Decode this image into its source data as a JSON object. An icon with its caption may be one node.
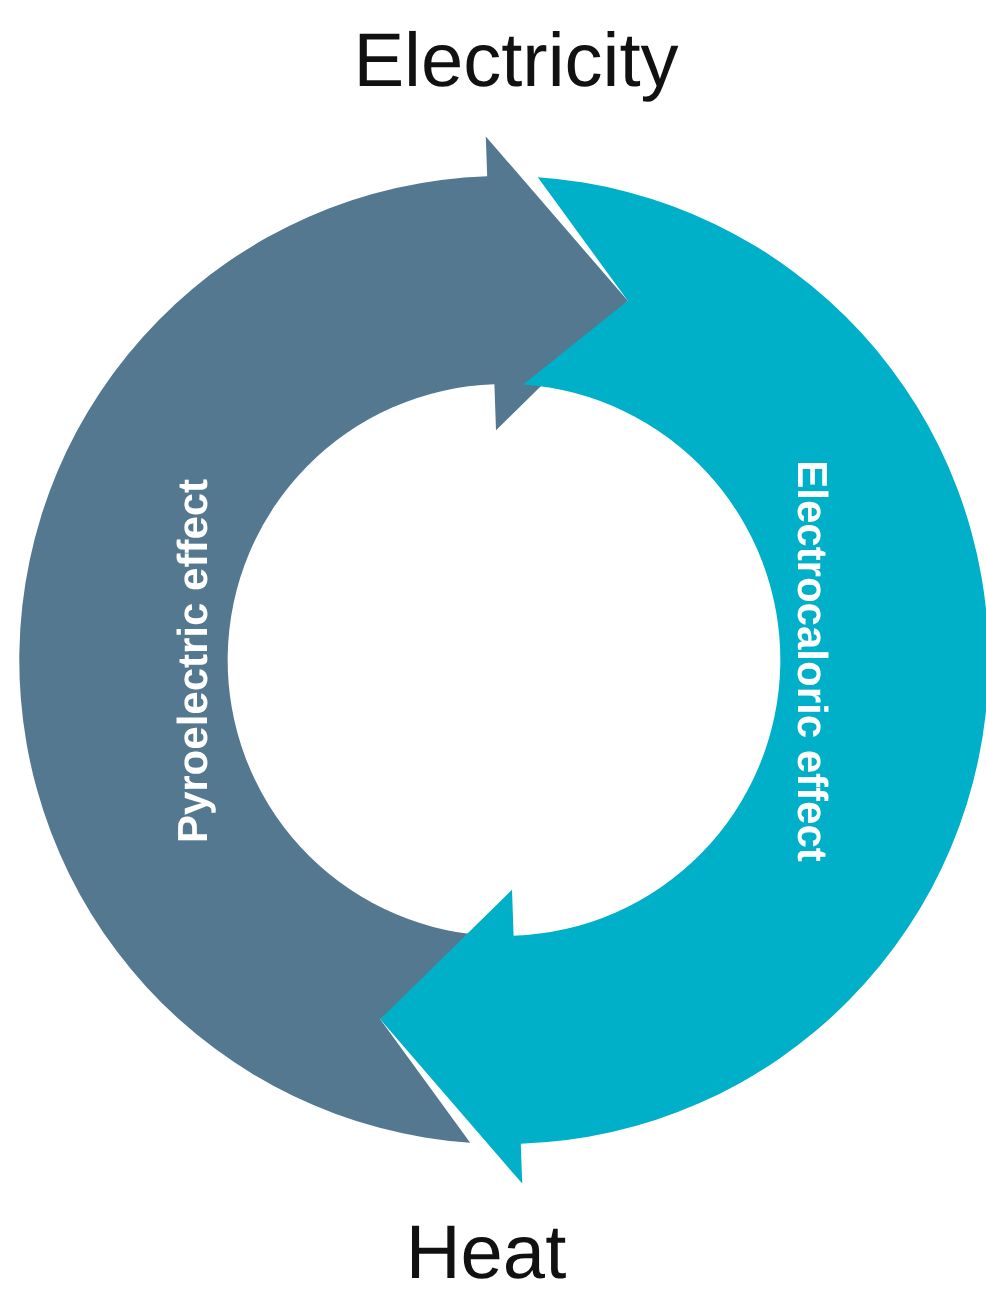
{
  "diagram": {
    "nodes": [
      {
        "text": [
          "Electricity"
        ]
      },
      {
        "text": [
          "Heat"
        ]
      }
    ],
    "edges": [
      {
        "from": 1,
        "to": 0,
        "arrow": "to",
        "label": "Pyroelectric effect",
        "style": "thick",
        "color": "#537890"
      },
      {
        "from": 0,
        "to": 1,
        "arrow": "to",
        "label": "Electrocaloric effect",
        "style": "thick",
        "color": "#00afc8"
      }
    ]
  }
}
